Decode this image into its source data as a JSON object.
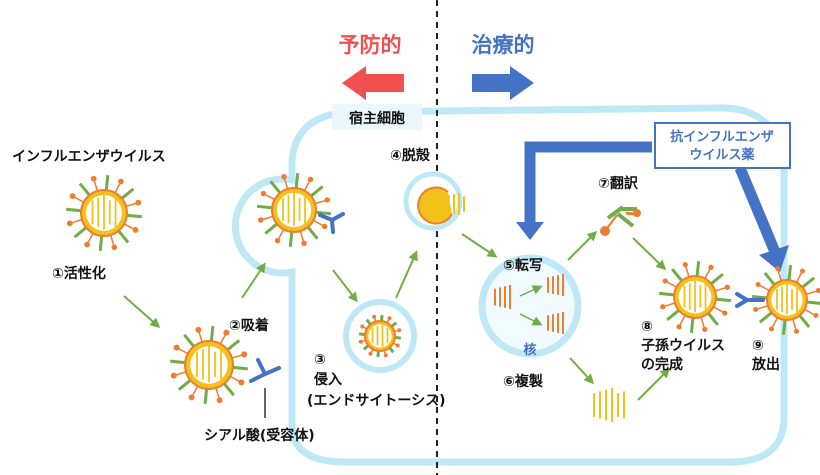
{
  "header": {
    "preventive": "予防的",
    "therapeutic": "治療的"
  },
  "labels": {
    "host_cell": "宿主細胞",
    "virus": "インフルエンザウイルス",
    "drug_line1": "抗インフルエンザ",
    "drug_line2": "ウイルス薬",
    "nucleus": "核",
    "receptor": "シアル酸(受容体)"
  },
  "steps": {
    "s1": "①活性化",
    "s2": "②吸着",
    "s3_num": "③",
    "s3_line1": "侵入",
    "s3_line2": "(エンドサイトーシス)",
    "s4": "④脱殻",
    "s5": "⑤転写",
    "s6": "⑥複製",
    "s7": "⑦翻訳",
    "s8_num": "⑧",
    "s8_line1": "子孫ウイルス",
    "s8_line2": "の完成",
    "s9_num": "⑨",
    "s9_line1": "放出"
  },
  "colors": {
    "preventive": "#f05050",
    "therapeutic": "#4472c4",
    "cell_border": "#bfe8f7",
    "flow_arrow": "#70ad47",
    "rna": "#f2c11b",
    "spike_green": "#70ad47",
    "spike_orange": "#ed7d31",
    "receptor": "#4472c4"
  }
}
